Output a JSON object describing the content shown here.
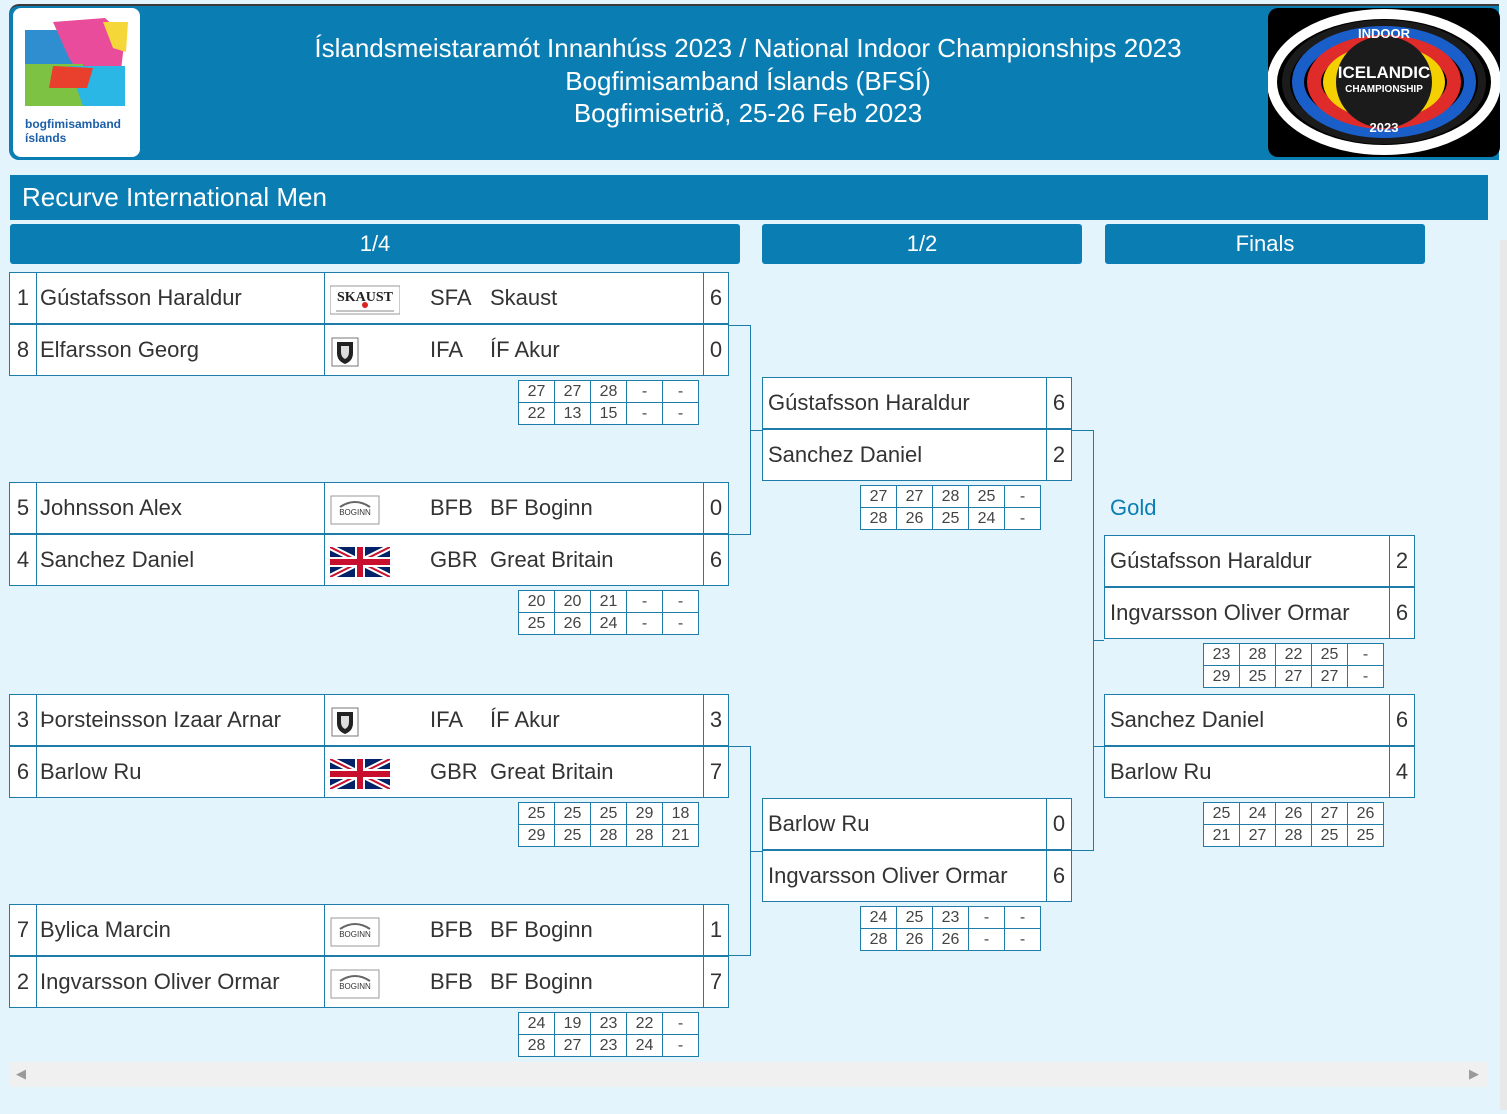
{
  "header": {
    "title_line1": "Íslandsmeistaramót Innanhúss 2023 / National Indoor Championships 2023",
    "title_line2": "Bogfimisamband Íslands (BFSÍ)",
    "title_line3": "Bogfimisetrið, 25-26 Feb 2023",
    "logo_left_text1": "bogfimisamband",
    "logo_left_text2": "íslands",
    "logo_right_top": "INDOOR",
    "logo_right_mid1": "ICELANDIC",
    "logo_right_mid2": "CHAMPIONSHIP",
    "logo_right_bottom": "2023"
  },
  "section_title": "Recurve International Men",
  "rounds": [
    "1/4",
    "1/2",
    "Finals"
  ],
  "gold_label": "Gold",
  "quarter": [
    {
      "a": {
        "rank": "1",
        "name": "Gústafsson Haraldur",
        "code": "SFA",
        "team": "Skaust",
        "score": "6",
        "logo": "skaust"
      },
      "b": {
        "rank": "8",
        "name": "Elfarsson Georg",
        "code": "IFA",
        "team": "ÍF Akur",
        "score": "0",
        "logo": "akur"
      },
      "ends": [
        [
          "27",
          "27",
          "28",
          "-",
          "-"
        ],
        [
          "22",
          "13",
          "15",
          "-",
          "-"
        ]
      ]
    },
    {
      "a": {
        "rank": "5",
        "name": "Johnsson Alex",
        "code": "BFB",
        "team": "BF Boginn",
        "score": "0",
        "logo": "boginn"
      },
      "b": {
        "rank": "4",
        "name": "Sanchez Daniel",
        "code": "GBR",
        "team": "Great Britain",
        "score": "6",
        "logo": "gbr"
      },
      "ends": [
        [
          "20",
          "20",
          "21",
          "-",
          "-"
        ],
        [
          "25",
          "26",
          "24",
          "-",
          "-"
        ]
      ]
    },
    {
      "a": {
        "rank": "3",
        "name": "Þorsteinsson Izaar Arnar",
        "code": "IFA",
        "team": "ÍF Akur",
        "score": "3",
        "logo": "akur"
      },
      "b": {
        "rank": "6",
        "name": "Barlow Ru",
        "code": "GBR",
        "team": "Great Britain",
        "score": "7",
        "logo": "gbr"
      },
      "ends": [
        [
          "25",
          "25",
          "25",
          "29",
          "18"
        ],
        [
          "29",
          "25",
          "28",
          "28",
          "21"
        ]
      ]
    },
    {
      "a": {
        "rank": "7",
        "name": "Bylica Marcin",
        "code": "BFB",
        "team": "BF Boginn",
        "score": "1",
        "logo": "boginn"
      },
      "b": {
        "rank": "2",
        "name": "Ingvarsson Oliver Ormar",
        "code": "BFB",
        "team": "BF Boginn",
        "score": "7",
        "logo": "boginn"
      },
      "ends": [
        [
          "24",
          "19",
          "23",
          "22",
          "-"
        ],
        [
          "28",
          "27",
          "23",
          "24",
          "-"
        ]
      ]
    }
  ],
  "semi": [
    {
      "a": {
        "name": "Gústafsson Haraldur",
        "score": "6"
      },
      "b": {
        "name": "Sanchez Daniel",
        "score": "2"
      },
      "ends": [
        [
          "27",
          "27",
          "28",
          "25",
          "-"
        ],
        [
          "28",
          "26",
          "25",
          "24",
          "-"
        ]
      ]
    },
    {
      "a": {
        "name": "Barlow Ru",
        "score": "0"
      },
      "b": {
        "name": "Ingvarsson Oliver Ormar",
        "score": "6"
      },
      "ends": [
        [
          "24",
          "25",
          "23",
          "-",
          "-"
        ],
        [
          "28",
          "26",
          "26",
          "-",
          "-"
        ]
      ]
    }
  ],
  "finals": [
    {
      "a": {
        "name": "Gústafsson Haraldur",
        "score": "2"
      },
      "b": {
        "name": "Ingvarsson Oliver Ormar",
        "score": "6"
      },
      "ends": [
        [
          "23",
          "28",
          "22",
          "25",
          "-"
        ],
        [
          "29",
          "25",
          "27",
          "27",
          "-"
        ]
      ]
    },
    {
      "a": {
        "name": "Sanchez Daniel",
        "score": "6"
      },
      "b": {
        "name": "Barlow Ru",
        "score": "4"
      },
      "ends": [
        [
          "25",
          "24",
          "26",
          "27",
          "26"
        ],
        [
          "21",
          "27",
          "28",
          "25",
          "25"
        ]
      ]
    }
  ],
  "logo_labels": {
    "skaust": "SKAUST",
    "boginn": "BOGINN"
  },
  "colors": {
    "accent": "#0a7db3",
    "background": "#e3f4fc",
    "border": "#1d7ca8"
  }
}
